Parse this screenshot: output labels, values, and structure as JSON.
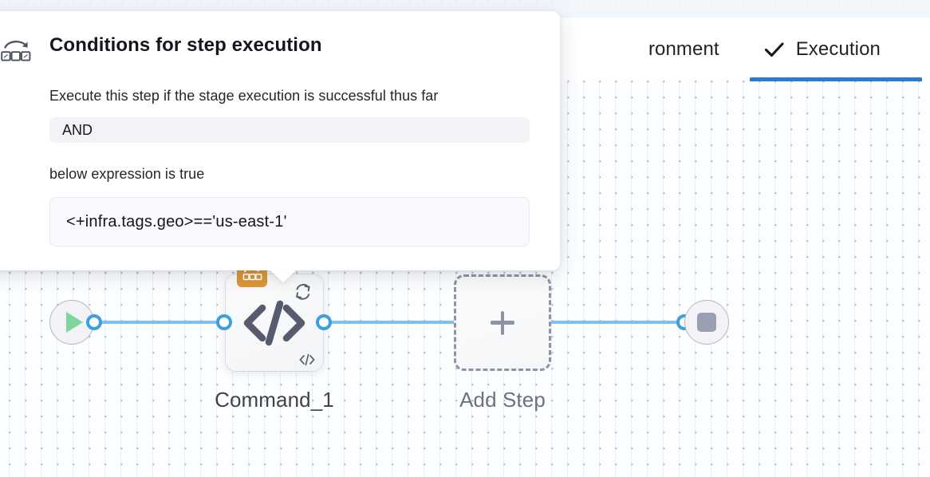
{
  "tabs": [
    {
      "label": "ronment",
      "full_label": "Environment",
      "active": false,
      "clipped": true,
      "icon": ""
    },
    {
      "label": "Execution",
      "full_label": "Execution",
      "active": true,
      "clipped": false,
      "icon": "check-icon"
    }
  ],
  "popover": {
    "icon": "shell-script-icon",
    "title": "Conditions for step execution",
    "line1": "Execute this step if the stage execution is successful thus far",
    "operator": "AND",
    "line2": "below expression is true",
    "expression": "<+infra.tags.geo>=='us-east-1'"
  },
  "graph": {
    "start_node": {
      "icon": "play-icon",
      "name": "start"
    },
    "end_node": {
      "icon": "stop-icon",
      "name": "end"
    },
    "step": {
      "label": "Command_1",
      "badge_icon": "shell-script-icon",
      "retry_icon": "retry-loop-icon",
      "main_icon": "code-brackets-icon",
      "type_icon": "code-brackets-small-icon"
    },
    "add_step": {
      "label": "Add Step",
      "icon": "plus-icon"
    }
  },
  "colors": {
    "accent_blue": "#2b7ad6",
    "edge_blue": "#7cc2ef",
    "port_blue": "#3e9fe0",
    "badge_orange": "#dc9636",
    "play_green": "#7ed79a",
    "stop_gray": "#9aa0b2",
    "dashed_gray": "#8d92a5"
  }
}
